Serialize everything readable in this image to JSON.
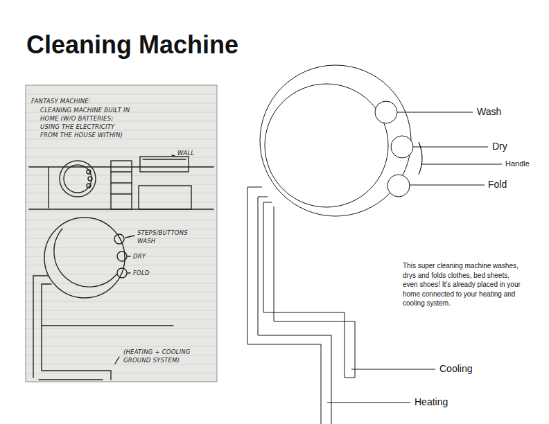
{
  "diagram": {
    "title": "Cleaning Machine",
    "labels": [
      "Wash",
      "Dry",
      "Handle",
      "Fold",
      "This super cleaning machine washes, drys and folds clothes, bed sheets, even shoes! It's already placed in your home connected to your heating and cooling system.",
      "Cooling",
      "Heating",
      "FANTASY MACHINE:",
      "CLEANING MACHINE BUILT IN HOME (W/O BATTERIES; USING THE ELECTRICITY FROM THE HOUSE WITHIN)",
      "WALL",
      "STEPS/BUTTONS",
      "WASH",
      "DRY",
      "FOLD",
      "(HEATING + COOLING GROUND SYSTEM)"
    ]
  }
}
